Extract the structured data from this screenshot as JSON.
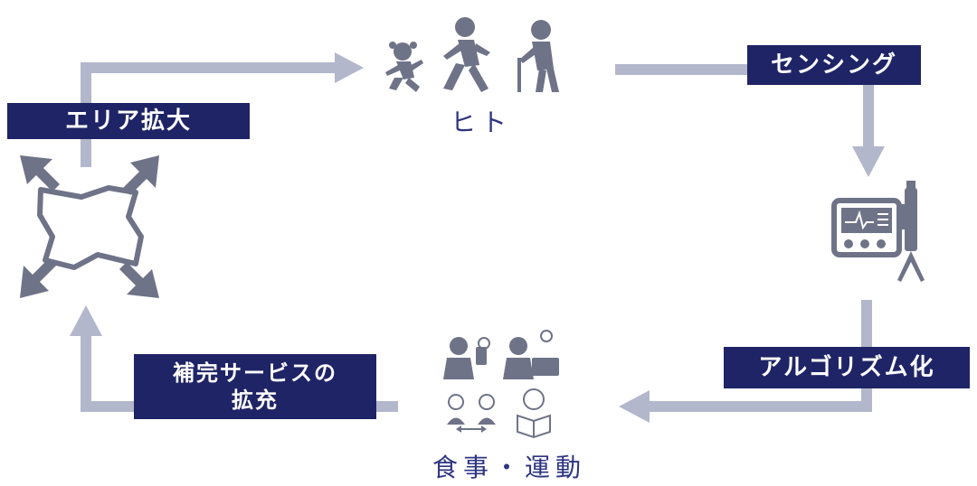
{
  "labels": {
    "area_expansion": "エリア拡大",
    "sensing": "センシング",
    "algorithm": "アルゴリズム化",
    "service_line1": "補完サービスの",
    "service_line2": "拡充",
    "people": "ヒト",
    "meal_exercise": "食事・運動"
  },
  "colors": {
    "label_bg": "#1f2466",
    "label_text": "#ffffff",
    "node_text": "#2d3580",
    "arrow": "#b3b7cb",
    "icon": "#6f7388"
  },
  "icons": [
    "girl-running-icon",
    "man-walking-icon",
    "elderly-cane-icon",
    "map-expand-icon",
    "sensor-device-icon",
    "meal-exercise-icons"
  ]
}
